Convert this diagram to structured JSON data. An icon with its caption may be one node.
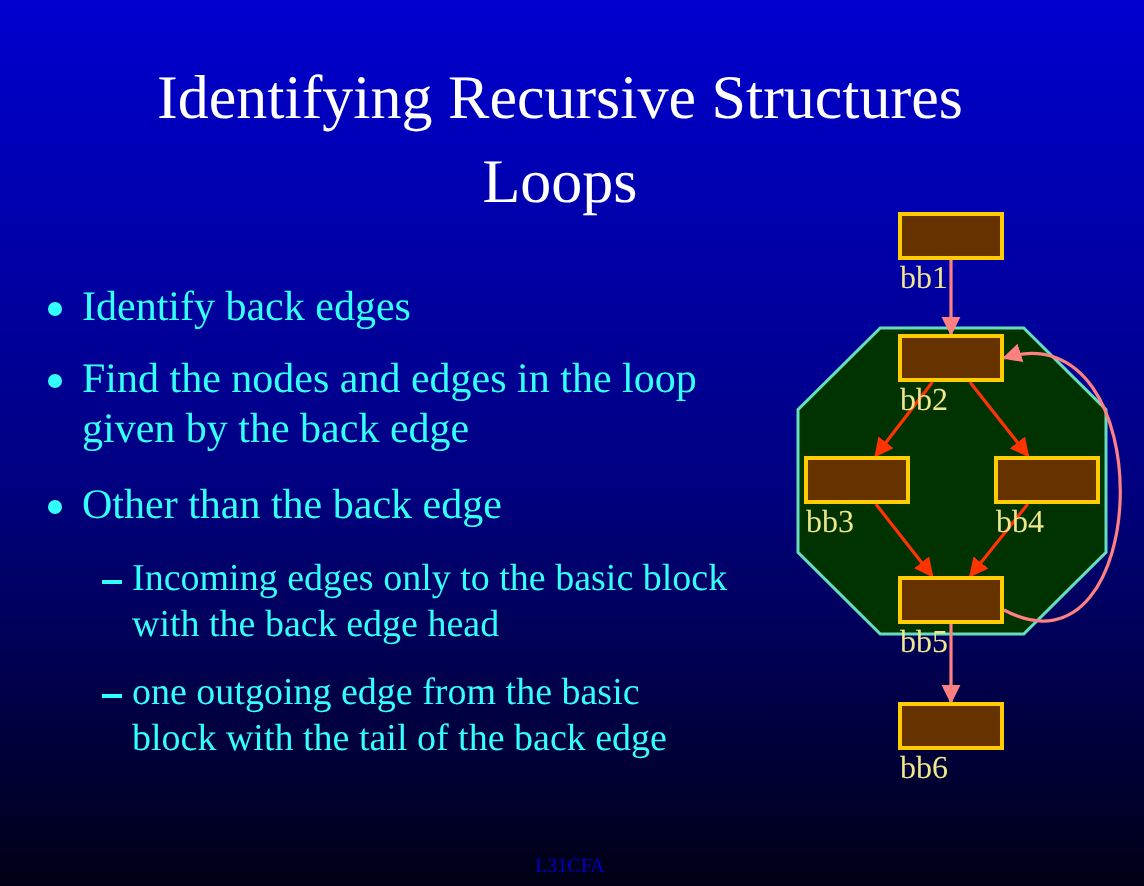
{
  "diagram": {
    "title": "Identifying Recursive Structures Loops",
    "nodes": [
      {
        "text": [],
        "shape": "octagon"
      },
      {
        "text": [
          "bb1"
        ]
      },
      {
        "text": [
          "bb2"
        ],
        "in": 0
      },
      {
        "text": [
          "bb3"
        ],
        "in": 0
      },
      {
        "text": [
          "bb4"
        ],
        "in": 0
      },
      {
        "text": [
          "bb5"
        ],
        "in": 0
      },
      {
        "text": [
          "bb6"
        ]
      }
    ],
    "edges": [
      {
        "from": 1,
        "to": 2,
        "arrow": "to",
        "color": "#ff8080"
      },
      {
        "from": 2,
        "to": 3,
        "arrow": "to"
      },
      {
        "from": 2,
        "to": 4,
        "arrow": "to"
      },
      {
        "from": 3,
        "to": 5,
        "arrow": "to"
      },
      {
        "from": 4,
        "to": 5,
        "arrow": "to"
      },
      {
        "from": 5,
        "to": 2,
        "arrow": "to",
        "color": "#ff8080"
      },
      {
        "from": 5,
        "to": 6,
        "arrow": "to",
        "color": "#ff8080"
      }
    ],
    "labels": [
      "Identify back edges",
      "Find the nodes and edges in the loop given by the back edge",
      "Other than the back edge",
      "Incoming edges only to the basic block with the back edge head",
      "one outgoing edge from the basic block with the tail of the back edge",
      "L31CFA"
    ]
  }
}
